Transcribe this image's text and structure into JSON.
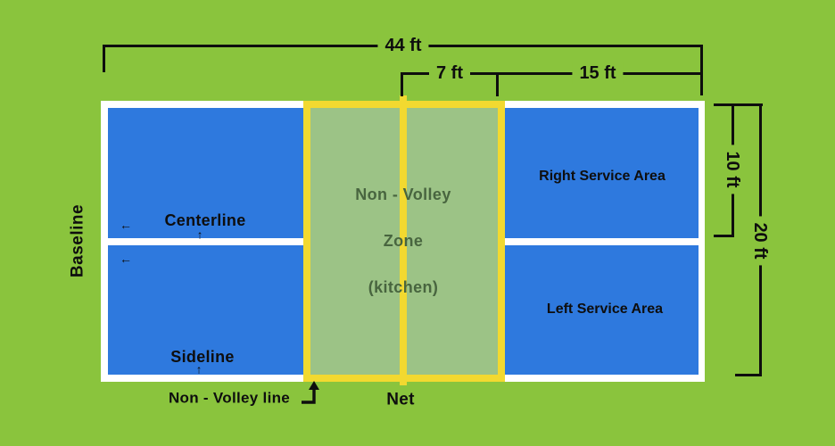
{
  "colors": {
    "background": "#8AC43D",
    "court_blue": "#2E79DE",
    "line_white": "#FFFFFF",
    "kitchen_fill": "#9CC386",
    "kitchen_yellow": "#F2D930",
    "dim_black": "#0E0E0E",
    "kitchen_text": "#48653F"
  },
  "dimensions": {
    "total_length": "44 ft",
    "kitchen_depth": "7 ft",
    "service_length": "15 ft",
    "half_width": "10 ft",
    "total_width": "20 ft"
  },
  "areas": {
    "right_service": "Right Service Area",
    "left_service": "Left Service Area",
    "kitchen_line1": "Non - Volley",
    "kitchen_line2": "Zone",
    "kitchen_line3": "(kitchen)"
  },
  "line_labels": {
    "baseline": "Baseline",
    "centerline": "Centerline",
    "sideline": "Sideline",
    "non_volley_line": "Non - Volley line",
    "net": "Net"
  },
  "icons": {
    "up_arrow": "↑",
    "left_arrow": "←"
  }
}
